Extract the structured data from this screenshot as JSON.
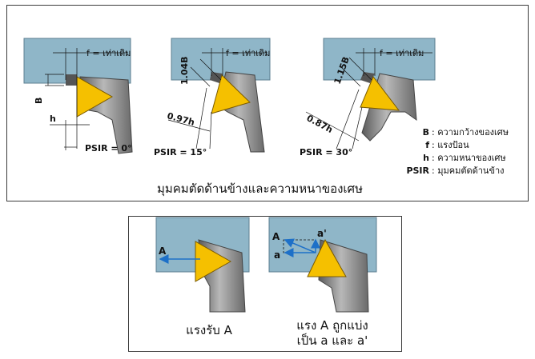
{
  "top": {
    "caption": "มุมคมตัดด้านข้างและความหนาของเศษ",
    "panels": [
      {
        "feed_label": "f = เท่าเดิม",
        "width_label": "B",
        "thick_label": "h",
        "psir_label": "PSIR = 0°"
      },
      {
        "feed_label": "f = เท่าเดิม",
        "width_label": "1.04B",
        "thick_label": "0.97h",
        "psir_label": "PSIR = 15°"
      },
      {
        "feed_label": "f = เท่าเดิม",
        "width_label": "1.15B",
        "thick_label": "0.87h",
        "psir_label": "PSIR = 30°"
      }
    ],
    "legend": [
      {
        "key": "B",
        "text": ": ความกว้างของเศษ"
      },
      {
        "key": "f",
        "text": ": แรงป้อน"
      },
      {
        "key": "h",
        "text": ": ความหนาของเศษ"
      },
      {
        "key": "PSIR",
        "text": ": มุมคมตัดด้านข้าง"
      }
    ]
  },
  "bottom": {
    "left_force_label": "A",
    "left_caption": "แรงรับ A",
    "right_labels": {
      "force": "A",
      "comp1": "a",
      "comp2": "a'"
    },
    "right_caption_line1": "แรง A ถูกแบ่ง",
    "right_caption_line2": "เป็น a และ a'"
  },
  "colors": {
    "workpiece": "#8fb6c8",
    "workpiece_edge": "#5c7f90",
    "insert": "#f5c000",
    "insert_edge": "#7a5a00",
    "holder": "#6f6f6f",
    "holder_light": "#b4b4b4",
    "arrow_blue": "#1d70c8"
  }
}
